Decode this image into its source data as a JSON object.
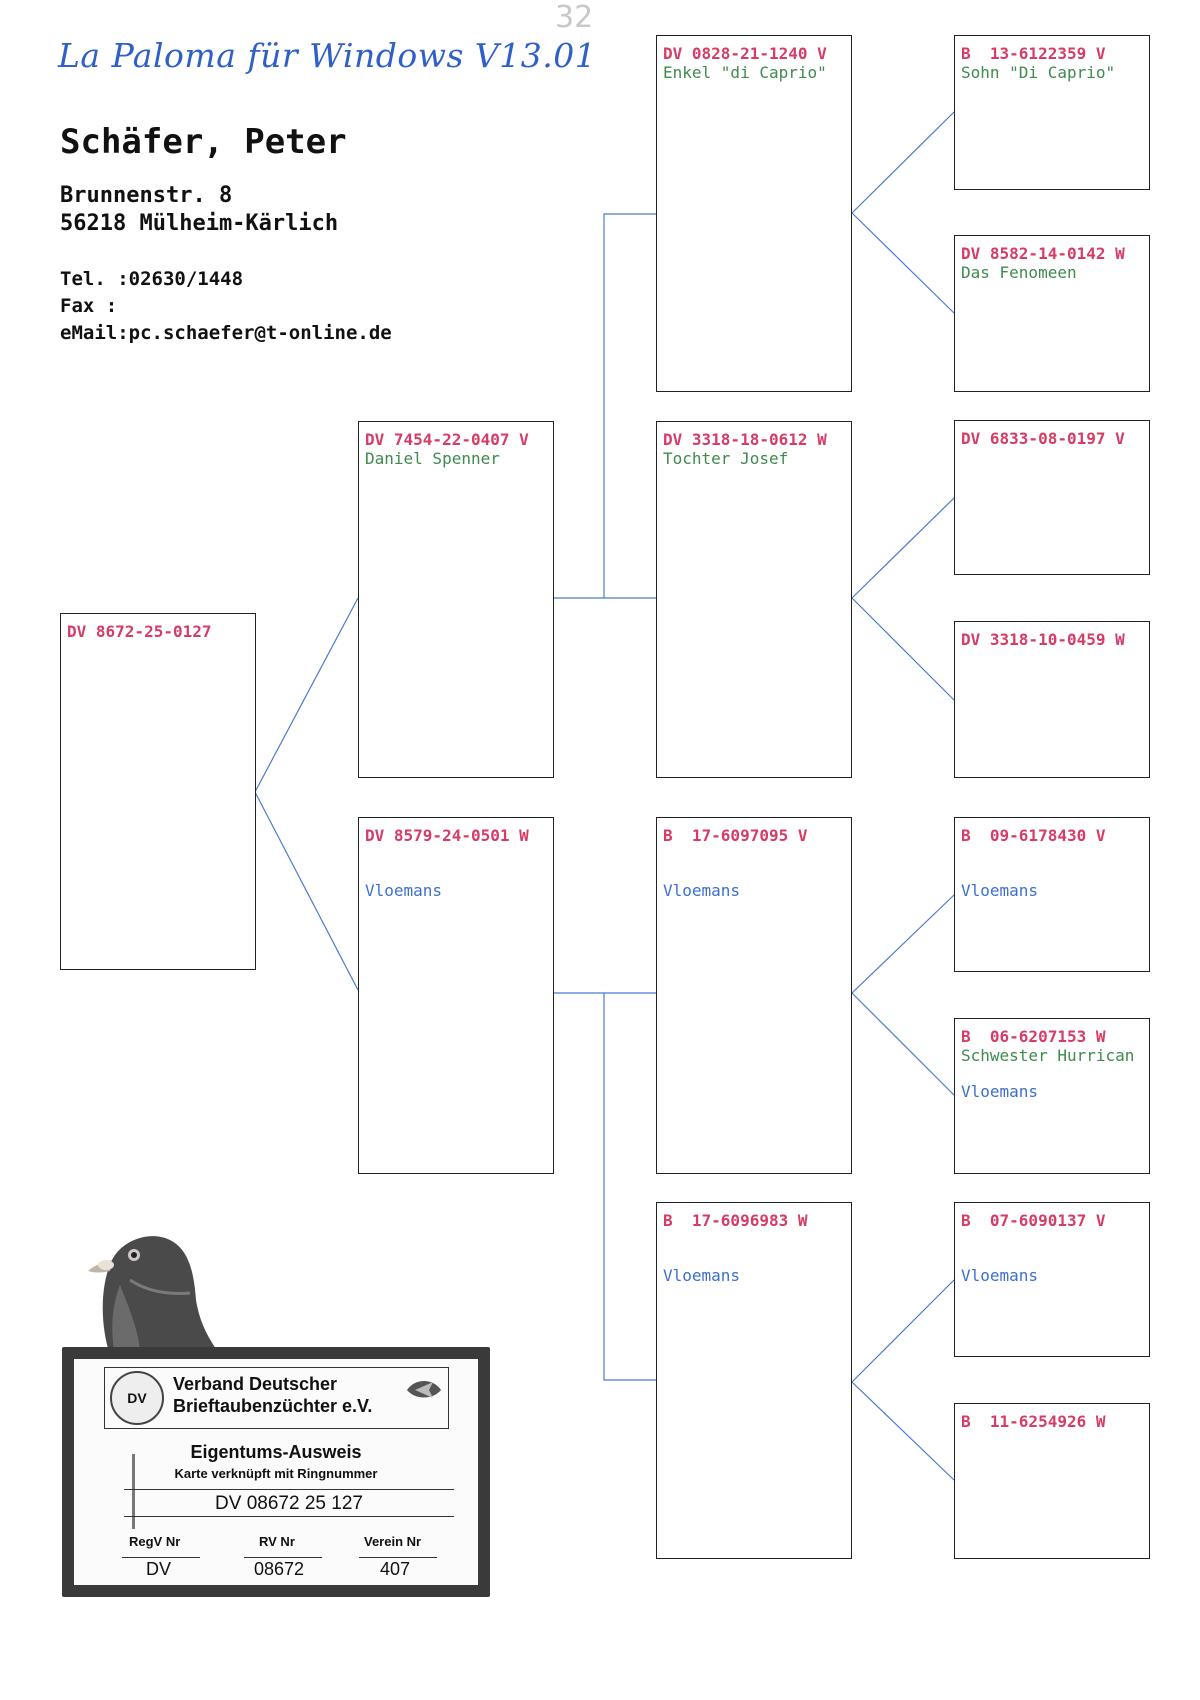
{
  "page_mark": "32",
  "software_title": "La Paloma für Windows V13.01",
  "owner": {
    "name": "Schäfer, Peter",
    "street": "Brunnenstr. 8",
    "city": "56218 Mülheim-Kärlich",
    "tel": "Tel. :02630/1448",
    "fax": "Fax  :",
    "email": "eMail:pc.schaefer@t-online.de"
  },
  "pigeons": {
    "subject": {
      "ring": "DV 8672-25-0127"
    },
    "father": {
      "ring": "DV 7454-22-0407 V",
      "name": "Daniel Spenner"
    },
    "mother": {
      "ring": "DV 8579-24-0501 W",
      "breeder": "Vloemans"
    },
    "ff": {
      "ring": "DV 0828-21-1240 V",
      "name": "Enkel \"di Caprio\""
    },
    "fm": {
      "ring": "DV 3318-18-0612 W",
      "name": "Tochter Josef"
    },
    "mf": {
      "ring": "B  17-6097095 V",
      "breeder": "Vloemans"
    },
    "mm": {
      "ring": "B  17-6096983 W",
      "breeder": "Vloemans"
    },
    "fff": {
      "ring": "B  13-6122359 V",
      "name": "Sohn \"Di Caprio\""
    },
    "ffm": {
      "ring": "DV 8582-14-0142 W",
      "name": "Das Fenomeen"
    },
    "fmf": {
      "ring": "DV 6833-08-0197 V"
    },
    "fmm": {
      "ring": "DV 3318-10-0459 W"
    },
    "mff": {
      "ring": "B  09-6178430 V",
      "breeder": "Vloemans"
    },
    "mfm": {
      "ring": "B  06-6207153 W",
      "name": "Schwester Hurrican",
      "breeder": "Vloemans"
    },
    "mmf": {
      "ring": "B  07-6090137 V",
      "breeder": "Vloemans"
    },
    "mmm": {
      "ring": "B  11-6254926 W"
    }
  },
  "card": {
    "org_line1": "Verband Deutscher",
    "org_line2": "Brieftaubenzüchter e.V.",
    "seal_text": "DV",
    "title": "Eigentums-Ausweis",
    "subtitle": "Karte verknüpft mit Ringnummer",
    "ring_number": "DV 08672 25 127",
    "labels": {
      "regv": "RegV Nr",
      "rv": "RV Nr",
      "verein": "Verein Nr"
    },
    "values": {
      "regv": "DV",
      "rv": "08672",
      "verein": "407"
    }
  },
  "colors": {
    "ring": "#d63c66",
    "name": "#3f8a4d",
    "breeder": "#3d6fd0",
    "connector": "#4a7bd0",
    "title": "#2f5fc8"
  }
}
